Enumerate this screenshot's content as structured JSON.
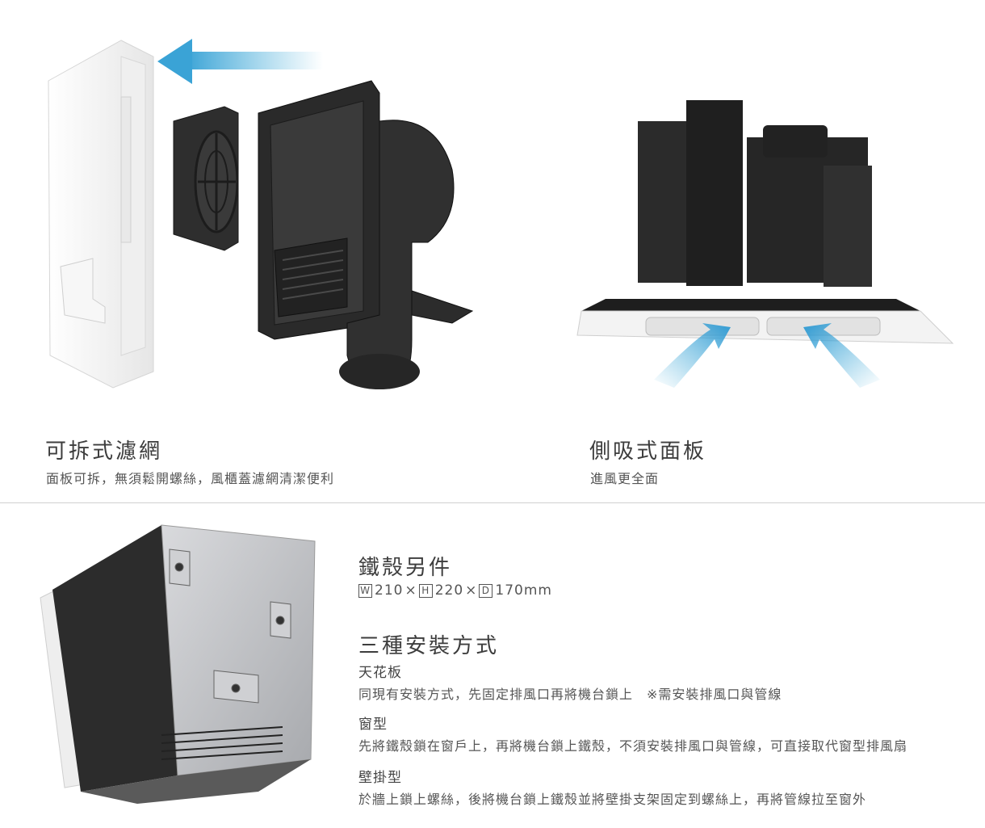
{
  "feature_left": {
    "title": "可拆式濾網",
    "desc": "面板可拆，無須鬆開螺絲，風櫃蓋濾網清潔便利"
  },
  "feature_right": {
    "title": "側吸式面板",
    "desc": "進風更全面"
  },
  "spec": {
    "title": "鐵殼另件",
    "dims": {
      "w_mark": "W",
      "w": "210",
      "x1": "×",
      "h_mark": "H",
      "h": "220",
      "x2": "×",
      "d_mark": "D",
      "d": "170mm"
    }
  },
  "install": {
    "title": "三種安裝方式",
    "methods": [
      {
        "name": "天花板",
        "text": "同現有安裝方式，先固定排風口再將機台鎖上　※需安裝排風口與管線"
      },
      {
        "name": "窗型",
        "text": "先將鐵殼鎖在窗戶上，再將機台鎖上鐵殼，不須安裝排風口與管線，可直接取代窗型排風扇"
      },
      {
        "name": "壁掛型",
        "text": "於牆上鎖上螺絲，後將機台鎖上鐵殼並將壁掛支架固定到螺絲上，再將管線拉至窗外"
      }
    ]
  },
  "colors": {
    "arrow": "#4fb3dc",
    "dark": "#2b2b2b",
    "panel": "#f4f4f4"
  }
}
